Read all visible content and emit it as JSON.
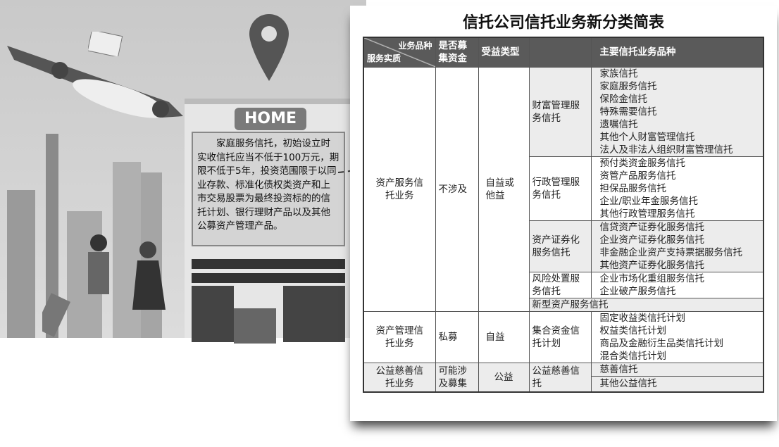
{
  "title": "信托公司信托业务新分类简表",
  "home_label": "HOME",
  "note": "家庭服务信托，初始设立时实收信托应当不低于100万元，期限不低于5年，投资范围限于以同业存款、标准化债权类资产和上市交易股票为最终投资标的的信托计划、银行理财产品以及其他公募资产管理产品。",
  "header": {
    "corner_top": "业务品种",
    "corner_bottom": "服务实质",
    "raise": "是否募集资金",
    "benefit": "受益类型",
    "main": "主要信托业务品种"
  },
  "groups": [
    {
      "name": "资产服务信托业务",
      "raise": "不涉及",
      "benefit": "自益或他益",
      "subs": [
        {
          "name": "财富管理服务信托",
          "items": [
            "家族信托",
            "家庭服务信托",
            "保险金信托",
            "特殊需要信托",
            "遗嘱信托",
            "其他个人财富管理信托",
            "法人及非法人组织财富管理信托"
          ]
        },
        {
          "name": "行政管理服务信托",
          "items": [
            "预付类资金服务信托",
            "资管产品服务信托",
            "担保品服务信托",
            "企业/职业年金服务信托",
            "其他行政管理服务信托"
          ]
        },
        {
          "name": "资产证券化服务信托",
          "items": [
            "信贷资产证券化服务信托",
            "企业资产证券化服务信托",
            "非金融企业资产支持票据服务信托",
            "其他资产证券化服务信托"
          ]
        },
        {
          "name": "风险处置服务信托",
          "items": [
            "企业市场化重组服务信托",
            "企业破产服务信托"
          ]
        },
        {
          "name": "新型资产服务信托",
          "items": []
        }
      ]
    },
    {
      "name": "资产管理信托业务",
      "raise": "私募",
      "benefit": "自益",
      "subs": [
        {
          "name": "集合资金信托计划",
          "items": [
            "固定收益类信托计划",
            "权益类信托计划",
            "商品及金融衍生品类信托计划",
            "混合类信托计划"
          ]
        }
      ]
    },
    {
      "name": "公益慈善信托业务",
      "raise": "可能涉及募集",
      "benefit": "公益",
      "subs": [
        {
          "name": "公益慈善信托",
          "items": [
            "慈善信托",
            "其他公益信托"
          ]
        }
      ]
    }
  ]
}
